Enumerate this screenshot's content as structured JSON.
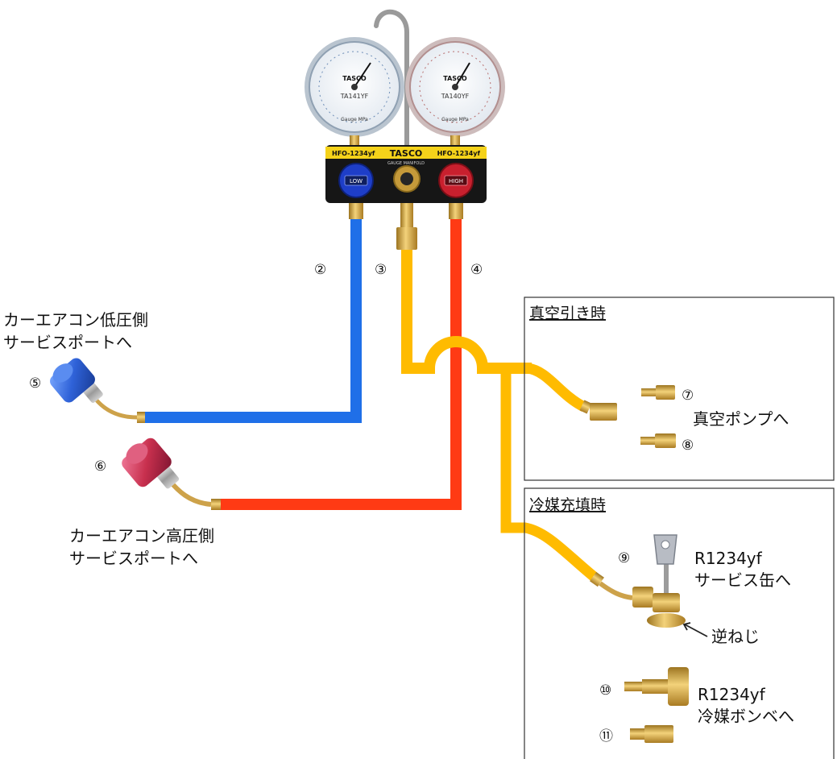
{
  "manifold": {
    "brand": "TASCO",
    "strip_left": "HFO-1234yf",
    "strip_right": "HFO-1234yf",
    "strip_sub": "GAUGE MANIFOLD",
    "low_knob": "LOW",
    "high_knob": "HIGH",
    "low_gauge_model": "TA141YF",
    "high_gauge_model": "TA140YF",
    "gauge_unit": "Gauge MPa"
  },
  "numbers": {
    "n2": "②",
    "n3": "③",
    "n4": "④",
    "n5": "⑤",
    "n6": "⑥",
    "n7": "⑦",
    "n8": "⑧",
    "n9": "⑨",
    "n10": "⑩",
    "n11": "⑪"
  },
  "labels": {
    "low_side_1": "カーエアコン低圧側",
    "low_side_2": "サービスポートへ",
    "high_side_1": "カーエアコン高圧側",
    "high_side_2": "サービスポートへ",
    "vacuum_pump": "真空ポンプへ",
    "can_1": "R1234yf",
    "can_2": "サービス缶へ",
    "reverse_thread": "逆ねじ",
    "cyl_1": "R1234yf",
    "cyl_2": "冷媒ボンベへ"
  },
  "boxes": {
    "vacuum_title": "真空引き時",
    "charge_title": "冷媒充填時"
  },
  "colors": {
    "low_hose": "#1f6fe8",
    "high_hose": "#ff3a14",
    "center_hose": "#ffbb00",
    "brass": "#d6a93a",
    "manifold_body": "#161616",
    "label_strip": "#f5d21a",
    "low_knob": "#1e3ec8",
    "high_knob": "#c8202e",
    "quick_coupler_low": "#2f62d8",
    "quick_coupler_high": "#c8304e"
  }
}
